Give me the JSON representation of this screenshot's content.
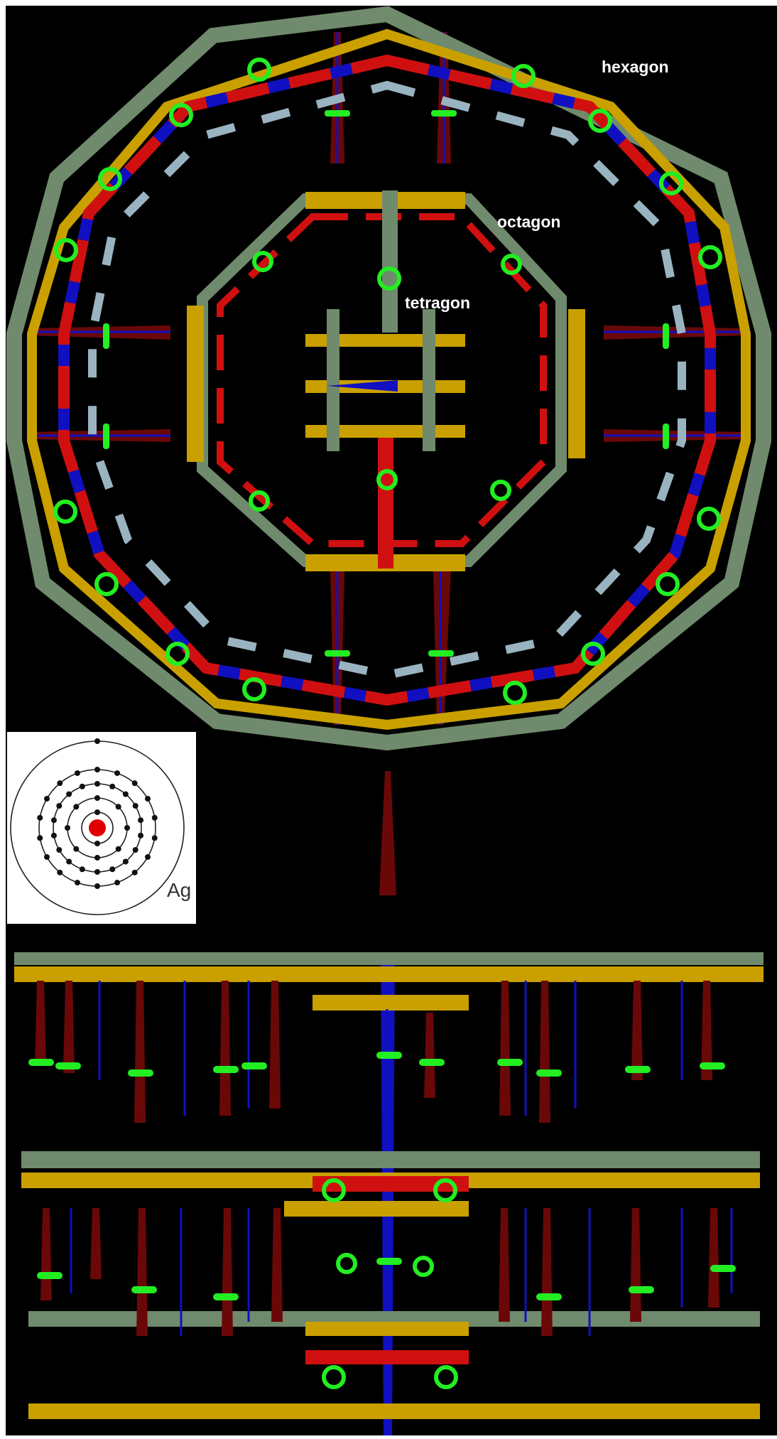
{
  "labels": {
    "hexagon": "hexagon",
    "octagon": "octagon",
    "tetragon": "tetragon"
  },
  "atom_inset": {
    "symbol": "Ag",
    "shell_electrons": [
      2,
      8,
      18,
      18,
      1
    ]
  },
  "colors": {
    "background": "#000000",
    "gold": "#c9a000",
    "sage": "#6f8a6c",
    "red": "#d01010",
    "blue": "#1010c0",
    "light_blue": "#9ab3c0",
    "maroon": "#7a0a0a",
    "green": "#22ee22",
    "label": "#ffffff"
  }
}
